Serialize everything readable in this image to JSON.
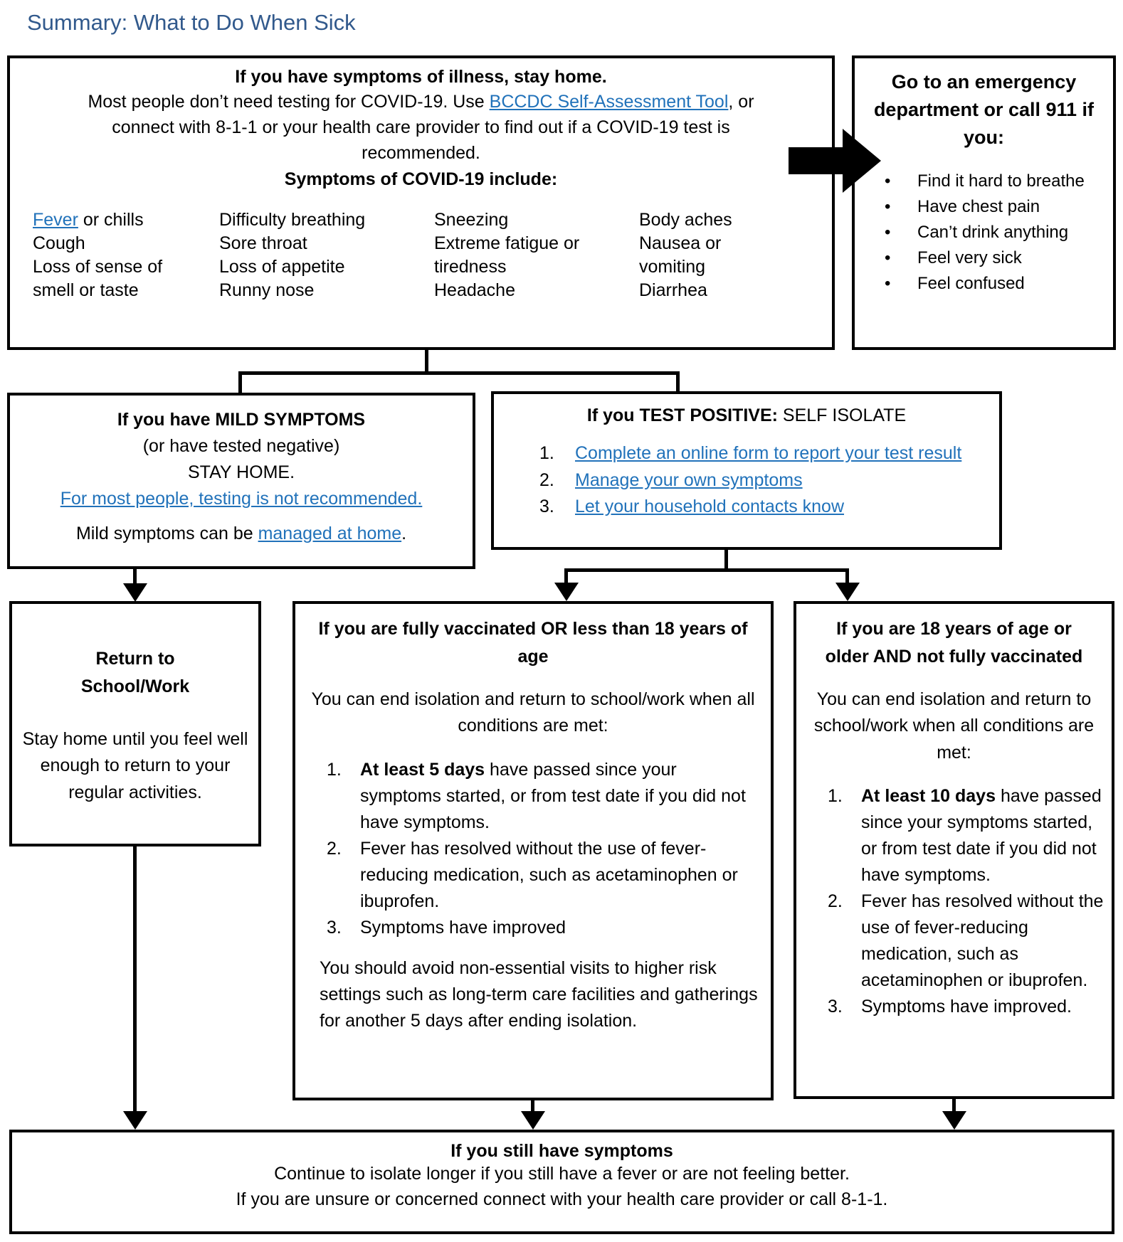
{
  "page": {
    "title": "Summary: What to Do When Sick"
  },
  "colors": {
    "title_blue": "#31598C",
    "link_blue": "#2172BA",
    "line_black": "#000000"
  },
  "symptoms_box": {
    "title": "If you have symptoms of illness, stay home.",
    "body_pre": "Most people don’t need testing for COVID-19. Use ",
    "body_link": "BCCDC Self-Assessment Tool",
    "body_post": ", or connect with 8-1-1 or your health care provider to find out if a COVID-19 test is recommended.",
    "subtitle": "Symptoms of COVID-19 include:",
    "col1_link": "Fever",
    "col1_link_rest": " or chills",
    "col1_items": [
      "Cough",
      "Loss of sense of smell or taste"
    ],
    "col2_items": [
      "Difficulty breathing",
      "Sore throat",
      "Loss of appetite",
      "Runny nose"
    ],
    "col3_items": [
      "Sneezing",
      "Extreme fatigue or tiredness",
      "Headache"
    ],
    "col4_items": [
      "Body aches",
      "Nausea or vomiting",
      "Diarrhea"
    ]
  },
  "emergency_box": {
    "title": "Go to an emergency department or call 911 if you:",
    "bullet": "•",
    "bullets": [
      "Find it hard to breathe",
      "Have chest pain",
      "Can’t drink anything",
      "Feel very sick",
      "Feel confused"
    ]
  },
  "mild_box": {
    "line1": "If you have MILD SYMPTOMS",
    "line2": "(or have tested negative)",
    "line3": "STAY HOME.",
    "link1": "For most people, testing is not recommended.",
    "line4_pre": "Mild symptoms can be ",
    "line4_link": "managed at home",
    "line4_post": "."
  },
  "positive_box": {
    "title_bold": "If you TEST POSITIVE:",
    "title_rest": " SELF ISOLATE",
    "nums": [
      "1.",
      "2.",
      "3."
    ],
    "items": [
      "Complete an online form to report your test result",
      "Manage your own symptoms",
      "Let your household contacts know"
    ]
  },
  "return_box": {
    "title_line1": "Return to",
    "title_line2": "School/Work",
    "body": "Stay home until you feel well enough to return to your regular activities."
  },
  "vaccinated_box": {
    "title": "If you are fully vaccinated OR less than 18 years of age",
    "intro": "You can end isolation and return to school/work when all conditions are met:",
    "nums": [
      "1.",
      "2.",
      "3."
    ],
    "item1_bold": "At least 5 days",
    "item1_rest": " have passed since your symptoms started, or from test date if you did not have symptoms.",
    "item2": "Fever has resolved without the use of fever-reducing medication, such as acetaminophen or ibuprofen.",
    "item3": "Symptoms have improved",
    "footer": "You should avoid non-essential visits to higher risk settings such as long-term care facilities and gatherings for another 5 days after ending isolation."
  },
  "unvaccinated_box": {
    "title": "If you are 18 years of age or older AND not fully vaccinated",
    "intro": "You can end isolation and return to school/work when all conditions are met:",
    "nums": [
      "1.",
      "2.",
      "3."
    ],
    "item1_bold": "At least 10 days",
    "item1_rest": " have passed since your symptoms started, or from test date if you did not have symptoms.",
    "item2": "Fever has resolved without the use of fever-reducing medication, such as acetaminophen or ibuprofen.",
    "item3": "Symptoms have improved."
  },
  "still_box": {
    "title": "If you still have symptoms",
    "line1": "Continue to isolate longer if you still have a fever or are not feeling better.",
    "line2": "If you are unsure or concerned connect with your health care provider or call 8-1-1."
  }
}
